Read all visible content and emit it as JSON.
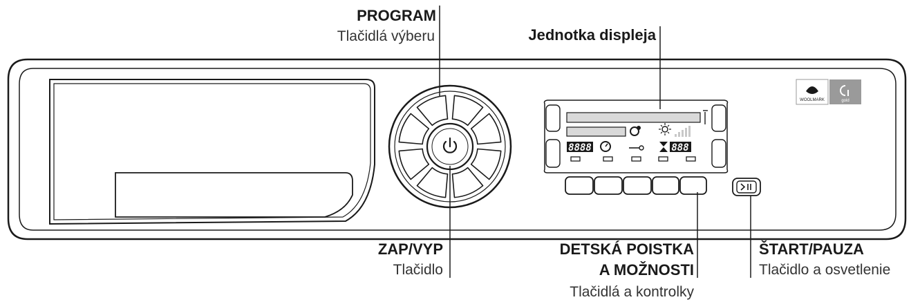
{
  "labels": {
    "program_title": "PROGRAM",
    "program_sub": "Tlačidlá výberu",
    "display_title": "Jednotka displeja",
    "onoff_title": "ZAP/VYP",
    "onoff_sub": "Tlačidlo",
    "childlock_title_1": "DETSKÁ POISTKA",
    "childlock_title_2": "A MOŽNOSTI",
    "childlock_sub": "Tlačidlá a kontrolky",
    "start_title": "ŠTART/PAUZA",
    "start_sub": "Tlačidlo a osvetlenie"
  },
  "display": {
    "digits_left": "8888",
    "digits_right": "888"
  },
  "icons": [
    "power-icon",
    "play-pause-icon",
    "cotton-icon",
    "dry-level-icon",
    "sun-icon",
    "signal-bars-icon",
    "time-icon",
    "key-icon",
    "hourglass-icon",
    "woolmark-logo",
    "gold-badge"
  ],
  "badge": {
    "woolmark_text": "WOOLMARK",
    "gold_text": "gold"
  },
  "colors": {
    "line": "#1a1a1a",
    "bar_fill": "#d9d9d9",
    "badge_gray": "#9a9a9a"
  }
}
